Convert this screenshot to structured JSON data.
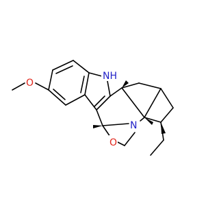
{
  "atoms": {
    "nh": "N",
    "nh_h": "H",
    "n_bridge": "N",
    "o_ring": "O",
    "o_methoxy": "O"
  },
  "colors": {
    "bond": "#000000",
    "nitrogen": "#2323c8",
    "oxygen": "#e1251b",
    "background": "#ffffff"
  }
}
